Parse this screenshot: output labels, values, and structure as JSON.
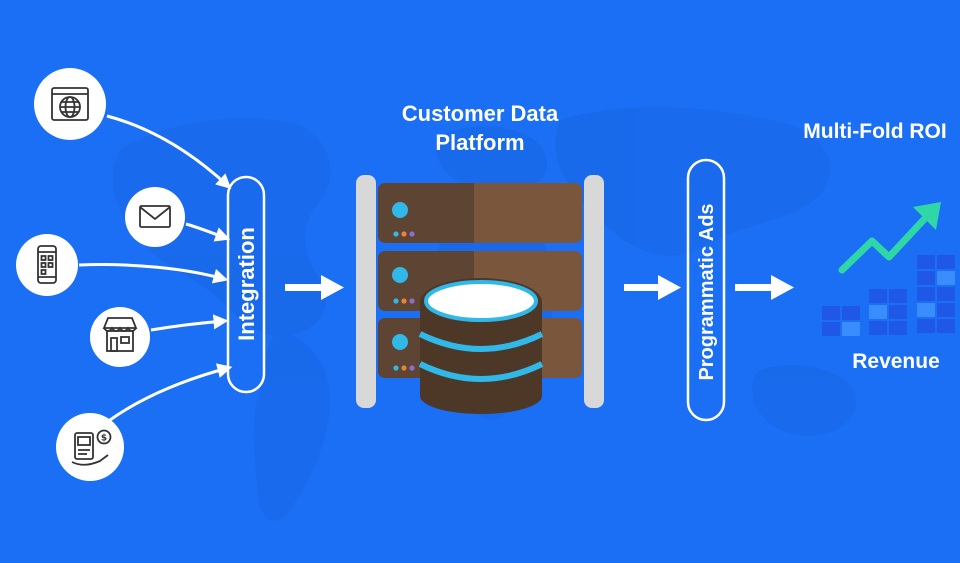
{
  "colors": {
    "background": "#1a6ff5",
    "white": "#ffffff",
    "server_dark": "#5e4432",
    "server_light": "#7a563d",
    "server_edge": "#4d3828",
    "rail": "#d8d8d8",
    "led_cyan": "#2fb8e8",
    "led_orange": "#e8833a",
    "led_purple": "#8a6fd1",
    "trend_green": "#2fd7a6",
    "revenue_blue": "#1f57e6",
    "revenue_light": "#3a8dff"
  },
  "sources": [
    {
      "name": "website",
      "icon": "globe-browser-icon"
    },
    {
      "name": "email",
      "icon": "envelope-icon"
    },
    {
      "name": "mobile",
      "icon": "smartphone-apps-icon"
    },
    {
      "name": "store",
      "icon": "storefront-icon"
    },
    {
      "name": "payment",
      "icon": "pos-payment-icon"
    }
  ],
  "integration": {
    "label": "Integration"
  },
  "cdp": {
    "title_line1": "Customer Data",
    "title_line2": "Platform"
  },
  "programmatic": {
    "label": "Programmatic Ads"
  },
  "outcome": {
    "title": "Multi-Fold ROI",
    "revenue_label": "Revenue"
  }
}
